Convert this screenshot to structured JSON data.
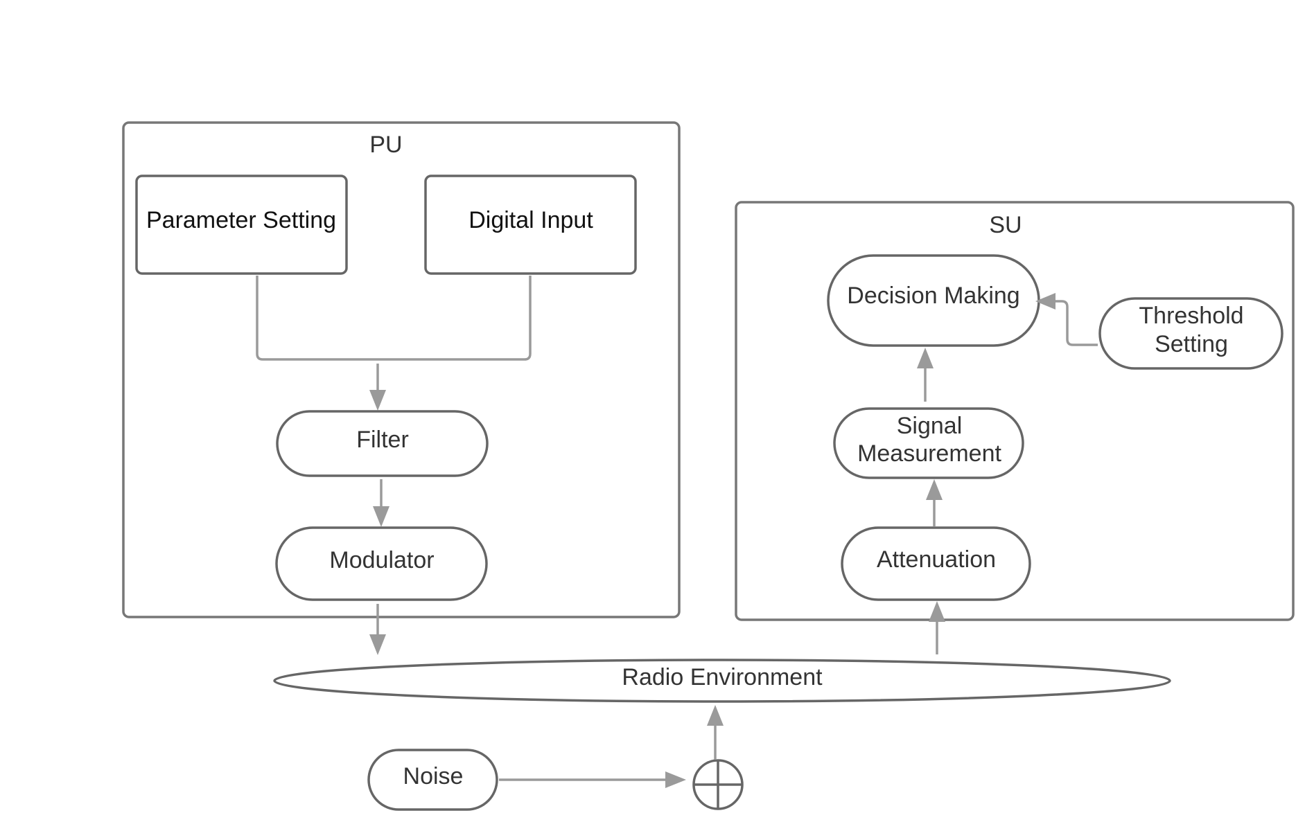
{
  "diagram": {
    "pu": {
      "title": "PU",
      "parameter_setting": "Parameter Setting",
      "digital_input": "Digital Input",
      "filter": "Filter",
      "modulator": "Modulator"
    },
    "su": {
      "title": "SU",
      "decision_making": "Decision Making",
      "threshold_setting_line1": "Threshold",
      "threshold_setting_line2": "Setting",
      "signal_measurement_line1": "Signal",
      "signal_measurement_line2": "Measurement",
      "attenuation": "Attenuation"
    },
    "radio_environment": "Radio Environment",
    "noise": "Noise",
    "colors": {
      "box_stroke": "#777777",
      "node_stroke": "#666666",
      "connector": "#9a9a9a",
      "text": "#333333"
    }
  }
}
